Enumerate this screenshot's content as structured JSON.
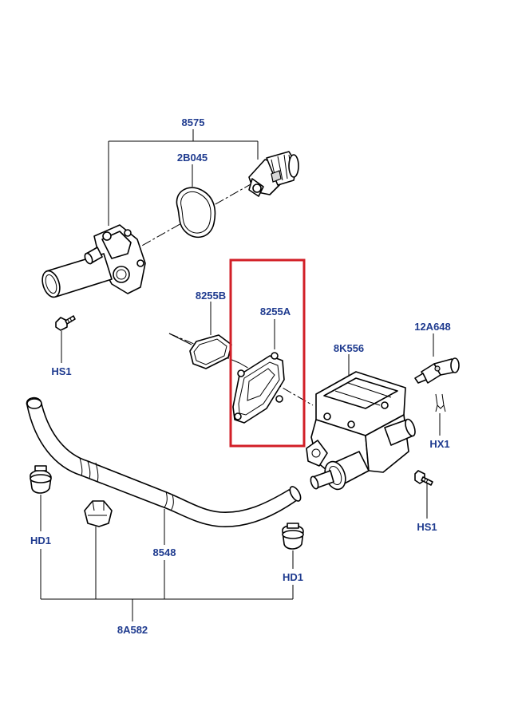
{
  "highlight_color": "#d21f27",
  "label_color": "#1f3b8f",
  "labels": {
    "p8575": "8575",
    "p2b045": "2B045",
    "p8255b": "8255B",
    "p8255a": "8255A",
    "p8k556": "8K556",
    "p12a648": "12A648",
    "hs1_left": "HS1",
    "hs1_right": "HS1",
    "hx1": "HX1",
    "hd1_left": "HD1",
    "hd1_right": "HD1",
    "p8548": "8548",
    "p8a582": "8A582"
  },
  "parts": [
    {
      "name": "thermostat-housing-part",
      "icon": "housing-icon"
    },
    {
      "name": "thermostat-part",
      "icon": "thermostat-icon"
    },
    {
      "name": "gasket-2b045-part",
      "icon": "gasket-icon"
    },
    {
      "name": "gasket-8255b-part",
      "icon": "gasket-icon"
    },
    {
      "name": "gasket-8255a-part",
      "icon": "gasket-icon"
    },
    {
      "name": "outlet-housing-8k556-part",
      "icon": "housing-icon"
    },
    {
      "name": "temperature-sensor-12a648-part",
      "icon": "sensor-icon"
    },
    {
      "name": "retaining-clip-hx1-part",
      "icon": "clip-icon"
    },
    {
      "name": "bolt-hs1-part",
      "icon": "bolt-icon"
    },
    {
      "name": "hose-8548-part",
      "icon": "hose-icon"
    },
    {
      "name": "hose-clamp-hd1-part",
      "icon": "clamp-icon"
    }
  ]
}
